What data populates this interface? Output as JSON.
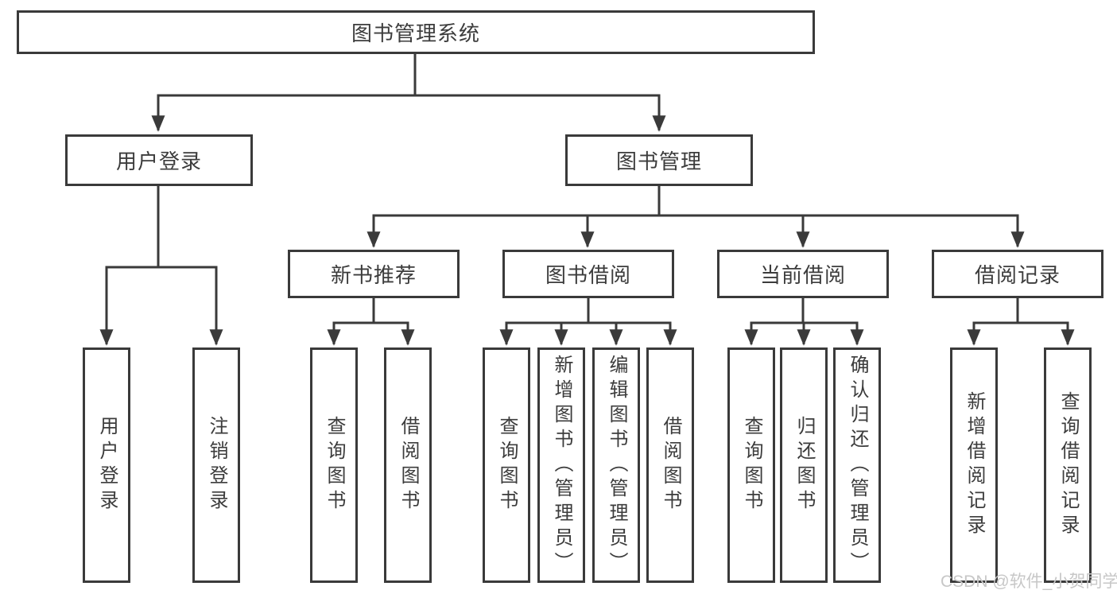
{
  "diagram": {
    "type": "hierarchy",
    "colors": {
      "line": "#3a3a3a",
      "box_border": "#3a3a3a",
      "box_fill": "#ffffff",
      "text": "#3c3c3c",
      "watermark": "#c7c7c7",
      "background": "#ffffff"
    },
    "tree": {
      "root": "图书管理系统",
      "branches": [
        {
          "label": "用户登录",
          "children": [
            "用户登录",
            "注销登录"
          ]
        },
        {
          "label": "图书管理",
          "groups": [
            {
              "label": "新书推荐",
              "children": [
                "查询图书",
                "借阅图书"
              ]
            },
            {
              "label": "图书借阅",
              "children": [
                "查询图书",
                "新增图书（管理员）",
                "编辑图书（管理员）",
                "借阅图书"
              ]
            },
            {
              "label": "当前借阅",
              "children": [
                "查询图书",
                "归还图书",
                "确认归还（管理员）"
              ]
            },
            {
              "label": "借阅记录",
              "children": [
                "新增借阅记录",
                "查询借阅记录"
              ]
            }
          ]
        }
      ]
    },
    "watermark": "CSDN @软件_小贺同学"
  }
}
